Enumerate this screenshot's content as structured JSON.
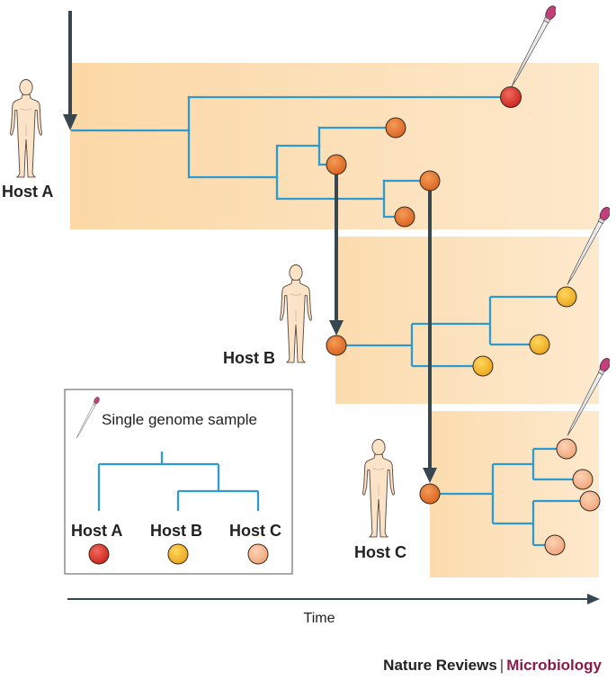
{
  "hosts": [
    {
      "id": "A",
      "label": "Host A",
      "color": "#d9322b"
    },
    {
      "id": "B",
      "label": "Host B",
      "color": "#f2b321"
    },
    {
      "id": "C",
      "label": "Host C",
      "color": "#f4b48e"
    }
  ],
  "colors": {
    "band": "#fde3bd",
    "branch": "#2e9bd0",
    "transmission_arrow": "#37474f",
    "ancestral_node": "#e5762c",
    "pipette_bulb": "#c2407a"
  },
  "legend": {
    "sample_label": "Single genome sample",
    "hosts": [
      "Host A",
      "Host B",
      "Host C"
    ]
  },
  "axis": {
    "label": "Time"
  },
  "credit": {
    "journal": "Nature Reviews",
    "separator": "|",
    "subject": "Microbiology"
  }
}
